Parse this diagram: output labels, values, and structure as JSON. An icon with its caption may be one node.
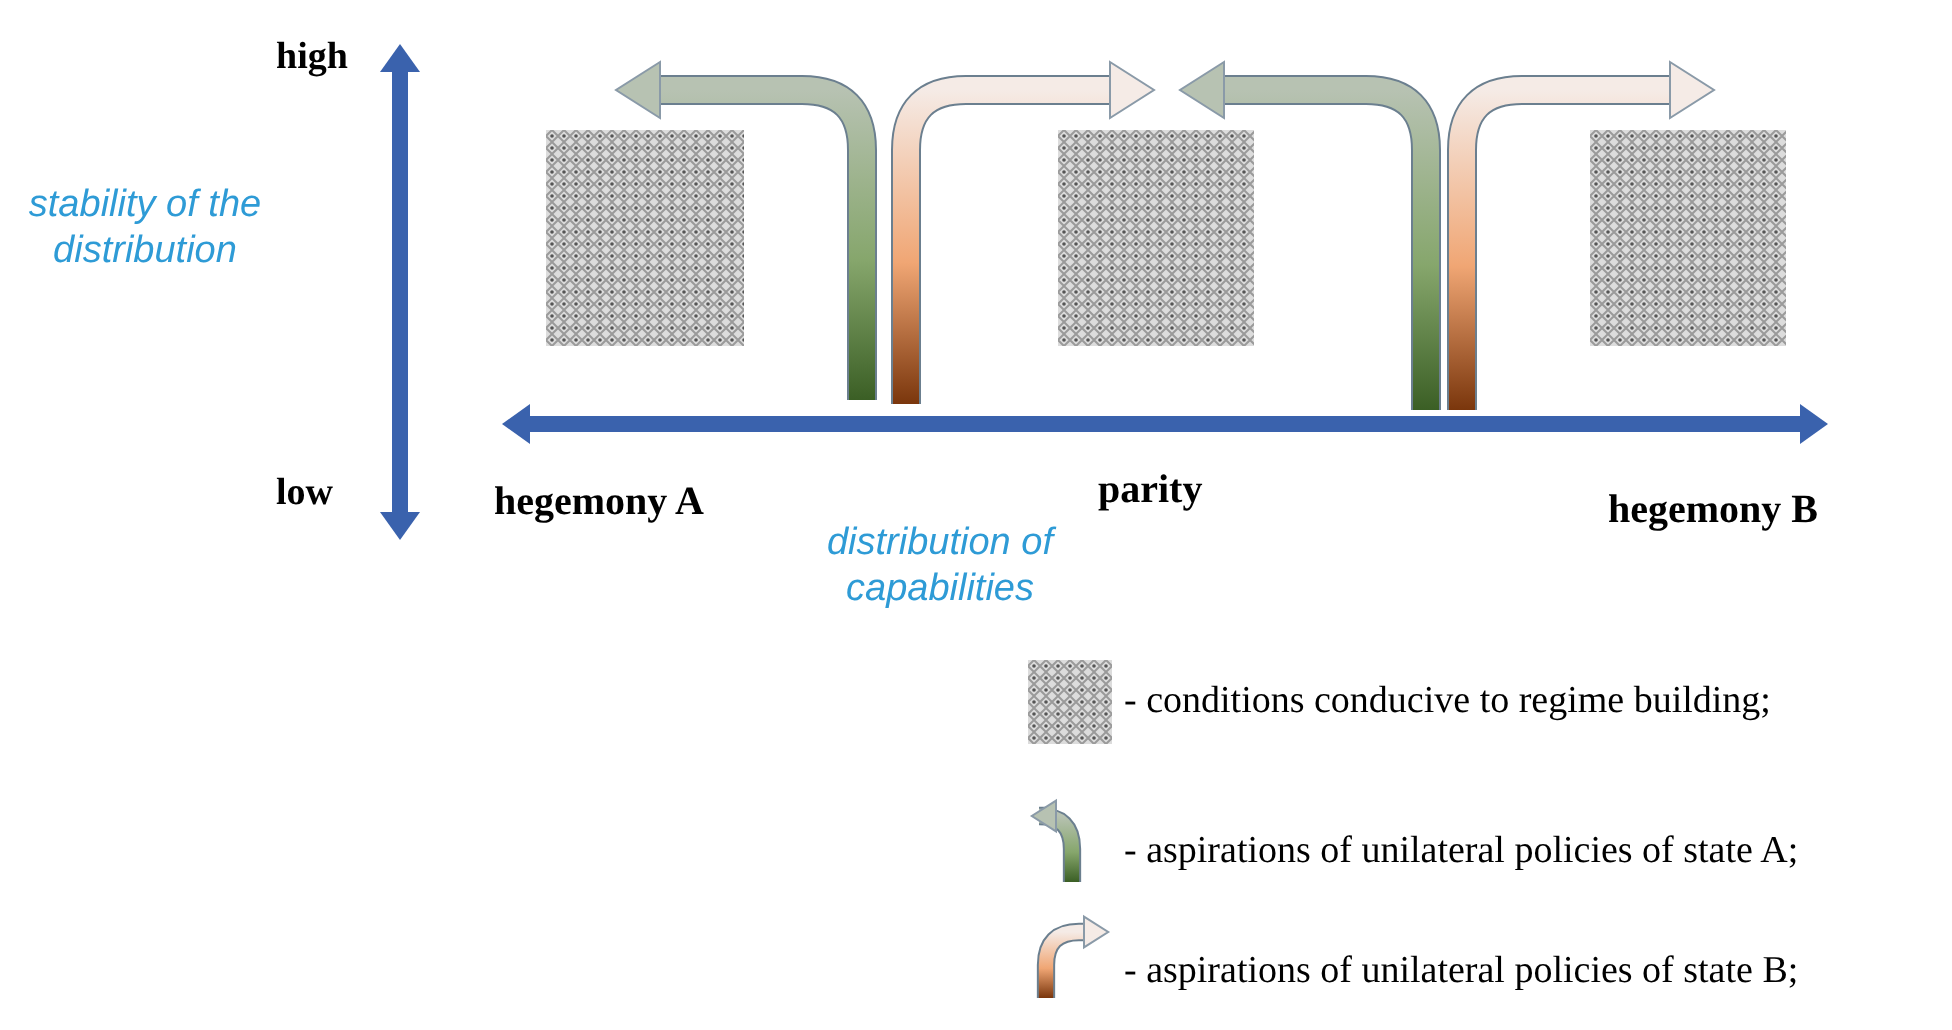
{
  "diagram": {
    "nodes": [
      {
        "text": [],
        "shape": "box"
      },
      {
        "text": [],
        "shape": "box"
      },
      {
        "text": [],
        "shape": "box"
      }
    ],
    "labels": [
      "high",
      "stability of the distribution",
      "low",
      "hegemony A",
      "parity",
      "hegemony B",
      "distribution of capabilities"
    ],
    "legend": [
      {
        "text": "- conditions conducive to regime building;"
      },
      {
        "text": "- aspirations of unilateral policies of state A;"
      },
      {
        "text": "- aspirations of unilateral policies of state B;"
      }
    ]
  }
}
